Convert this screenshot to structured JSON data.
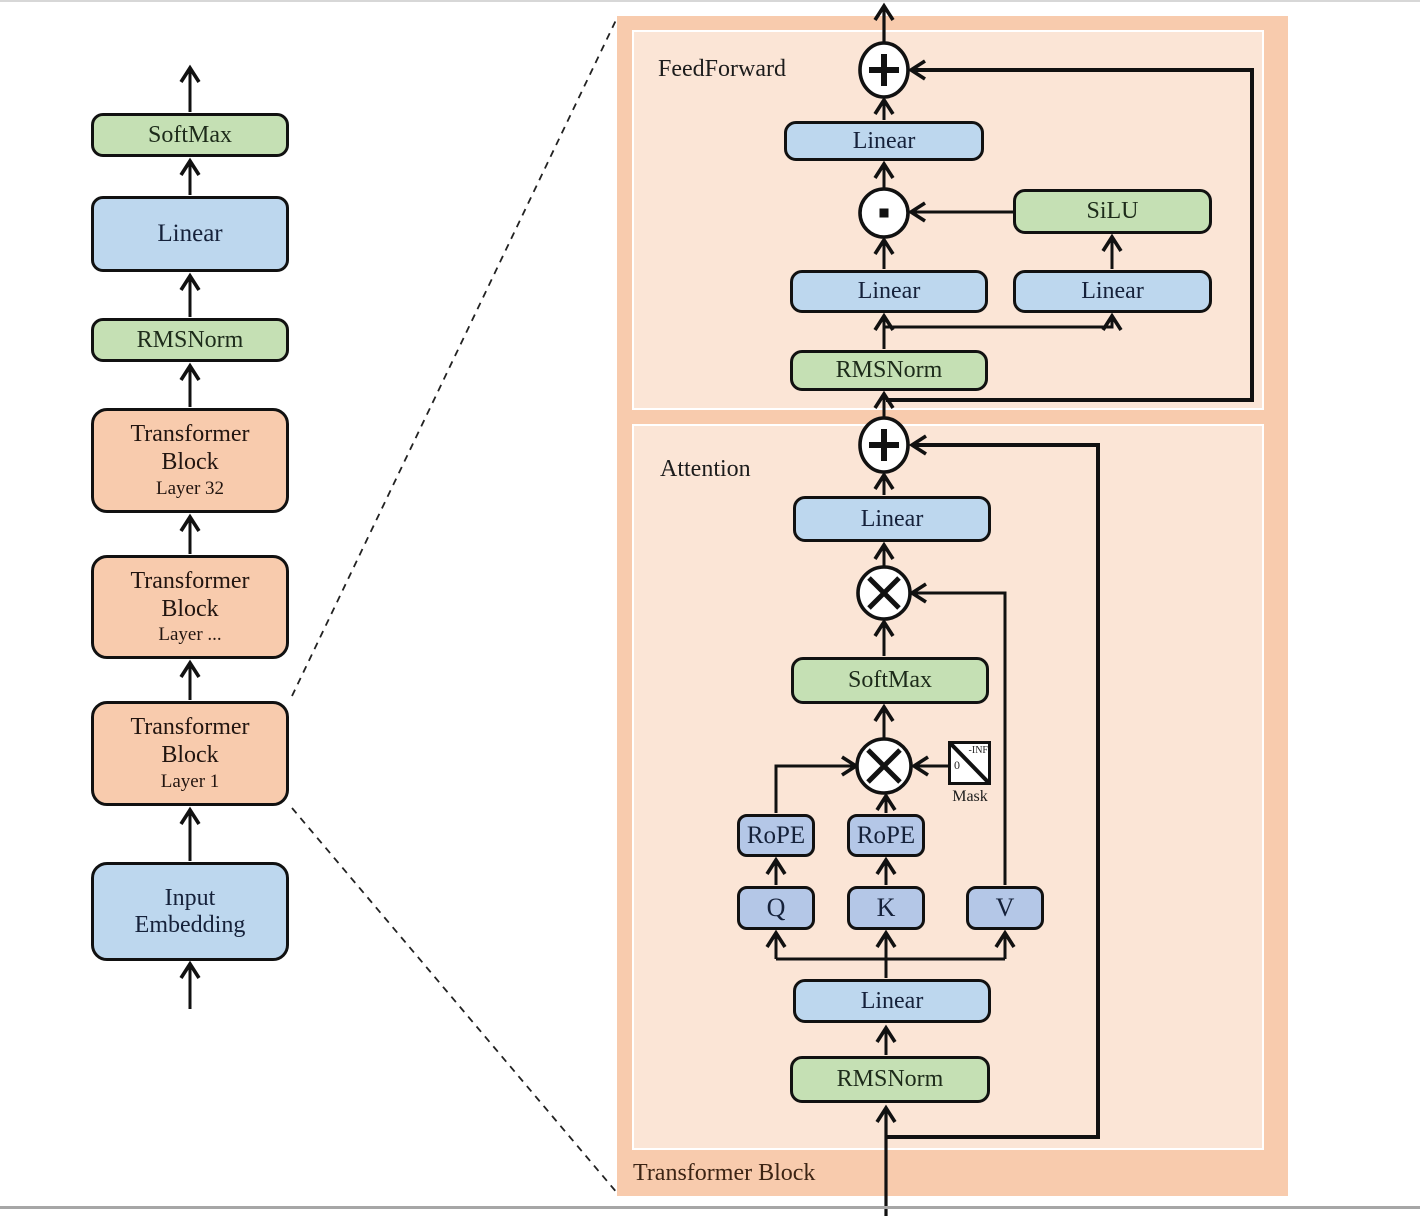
{
  "colors": {
    "block_orange": "#f8cbad",
    "panel_inner": "#fbe5d6",
    "box_blue": "#bdd7ee",
    "box_blue_dark": "#b4c7e7",
    "box_green": "#c5e0b4",
    "line": "#111111"
  },
  "left_stack": {
    "softmax": "SoftMax",
    "linear": "Linear",
    "rmsnorm": "RMSNorm",
    "block_top": {
      "title": "Transformer Block",
      "layer": "Layer 32"
    },
    "block_mid": {
      "title": "Transformer Block",
      "layer": "Layer ..."
    },
    "block_bottom": {
      "title": "Transformer Block",
      "layer": "Layer 1"
    },
    "input_embedding": {
      "line1": "Input",
      "line2": "Embedding"
    }
  },
  "detail": {
    "title": "Transformer Block",
    "feedforward": {
      "label": "FeedForward",
      "linear_out": "Linear",
      "linear_gate": "Linear",
      "linear_up": "Linear",
      "silu": "SiLU",
      "rmsnorm": "RMSNorm"
    },
    "attention": {
      "label": "Attention",
      "linear_out": "Linear",
      "softmax": "SoftMax",
      "mask": {
        "neg_inf": "-INF",
        "zero": "0",
        "label": "Mask"
      },
      "rope_q": "RoPE",
      "rope_k": "RoPE",
      "q": "Q",
      "k": "K",
      "v": "V",
      "linear_in": "Linear",
      "rmsnorm": "RMSNorm"
    },
    "icons": {
      "add": "plus-circle",
      "matmul": "multiply-circle",
      "elementwise": "dot-circle"
    }
  }
}
